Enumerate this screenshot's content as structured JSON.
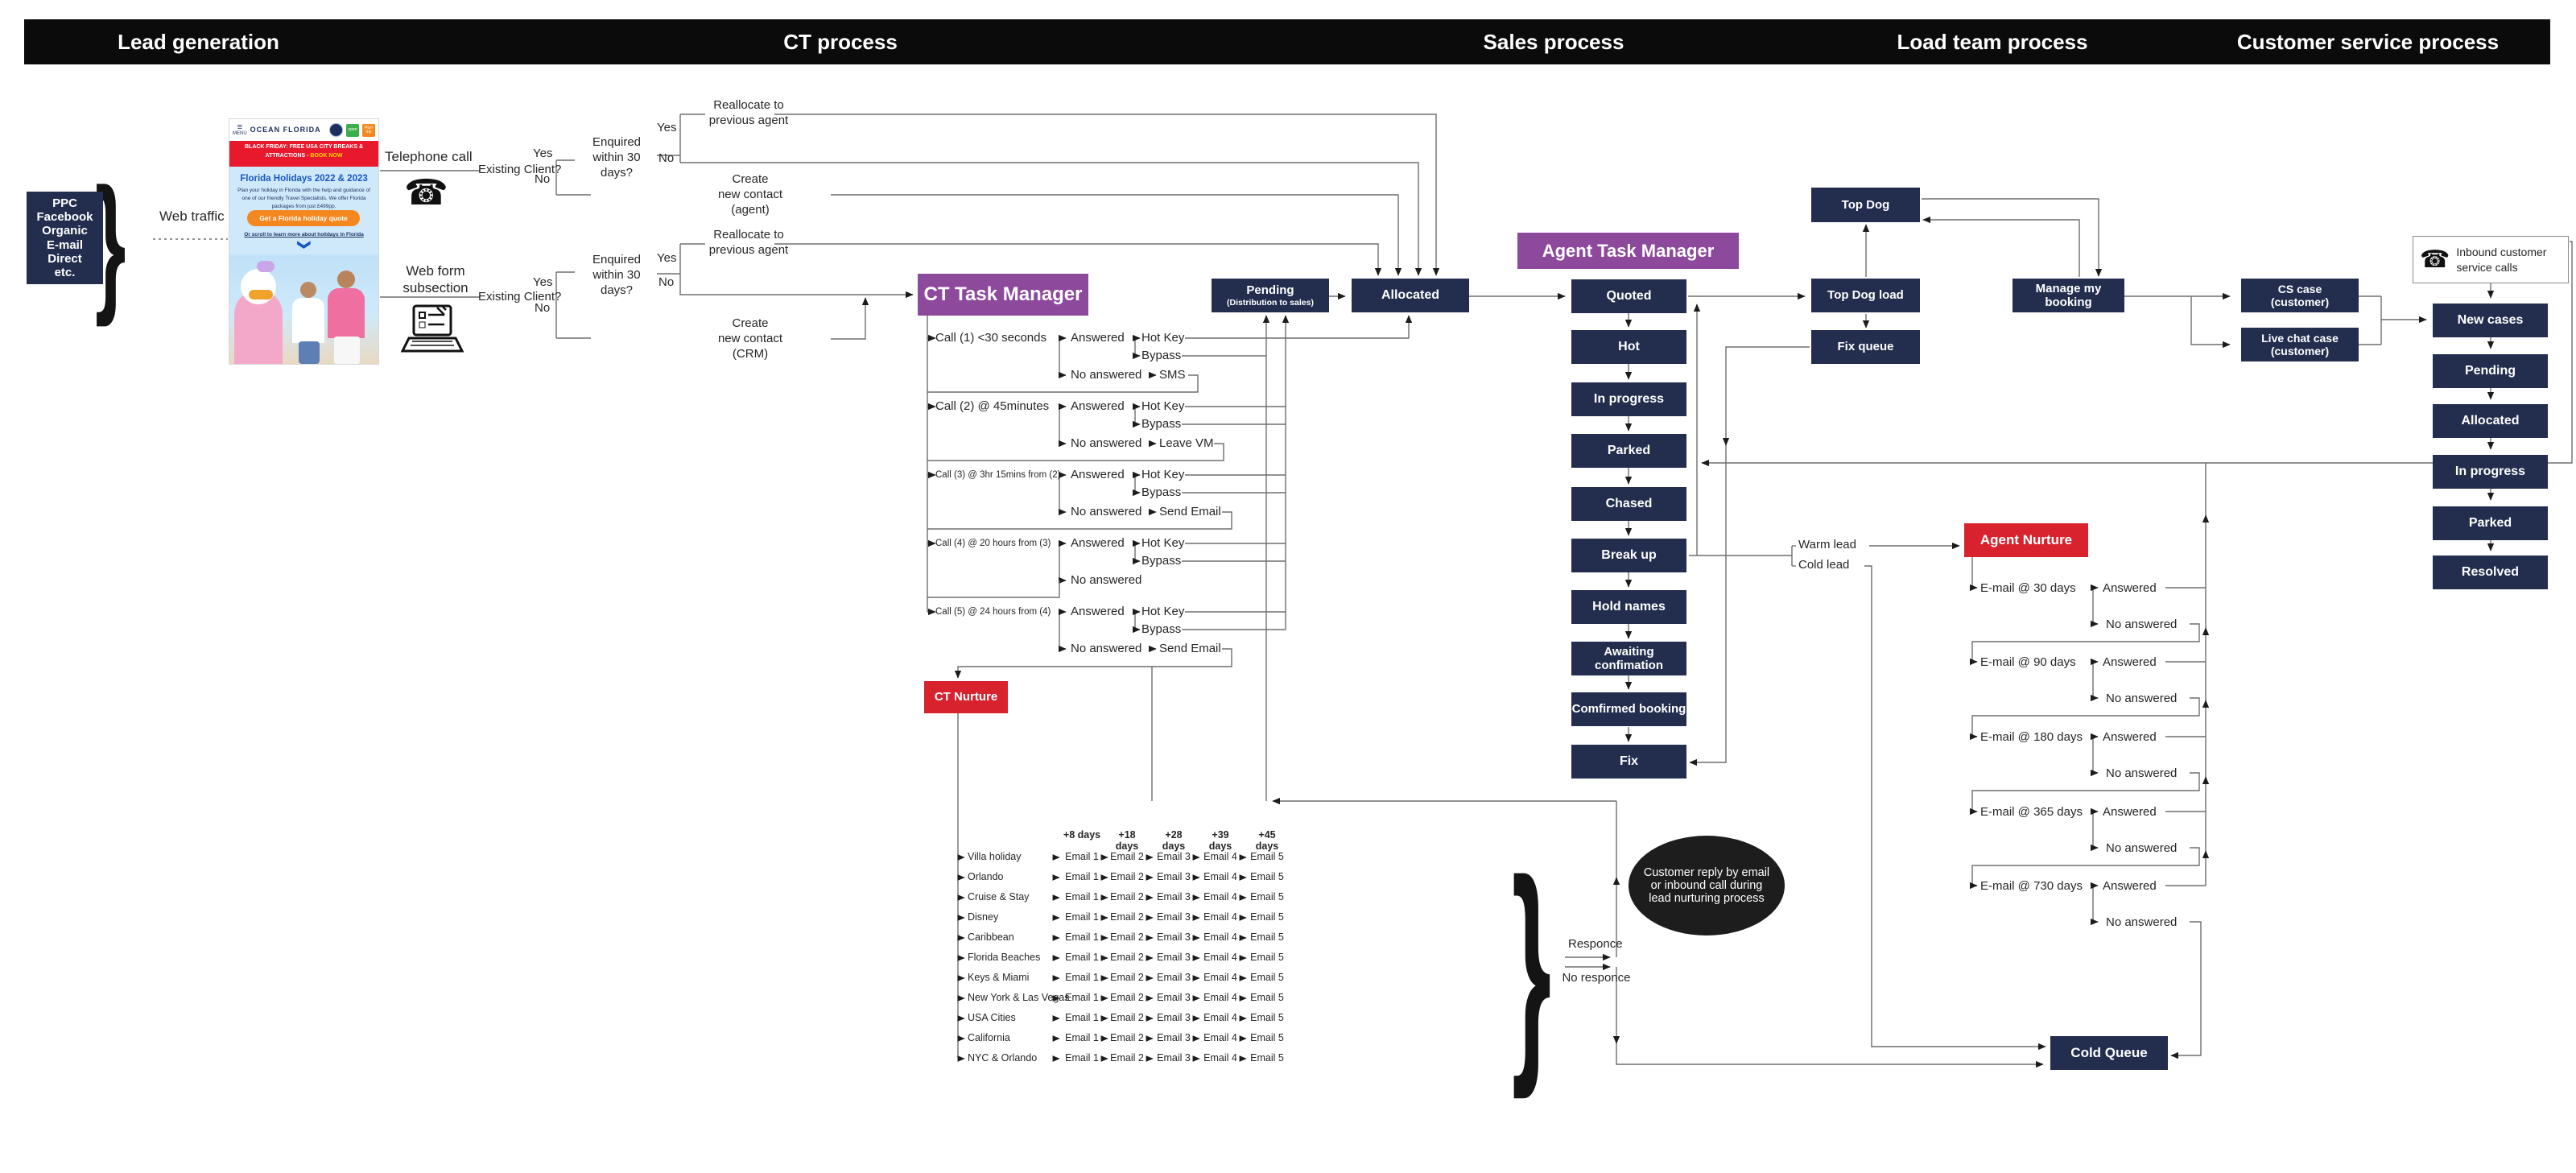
{
  "lanes": [
    {
      "label": "Lead generation"
    },
    {
      "label": "CT process"
    },
    {
      "label": "Sales process"
    },
    {
      "label": "Load team process"
    },
    {
      "label": "Customer service process"
    }
  ],
  "lead_gen": {
    "sources": "PPC\nFacebook\nOrganic\nE-mail\nDirect\netc.",
    "web_traffic": "Web traffic",
    "website": {
      "menu": "MENU",
      "brand": "OCEAN FLORIDA",
      "open_btn": "open",
      "plan_btn": "Plan trip",
      "banner": "BLACK FRIDAY: FREE USA CITY BREAKS & ATTRACTIONS - ",
      "banner_em": "BOOK NOW",
      "title": "Florida Holidays 2022 & 2023",
      "body": "Plan your holiday in Florida with the help and guidance of one of our friendly Travel Specialists. We offer Florida packages from just £499pp.",
      "cta": "Get a Florida holiday quote",
      "scroll": "Or scroll to learn more about holidays in Florida",
      "chevron": "❮"
    }
  },
  "ct": {
    "telephone_call": "Telephone call",
    "web_form": "Web form\nsubsection",
    "existing_client": "Existing Client?",
    "yes": "Yes",
    "no": "No",
    "enquired": "Enquired\nwithin 30 days?",
    "reallocate": "Reallocate to\nprevious agent",
    "create_agent": "Create\nnew contact\n(agent)",
    "create_crm": "Create\nnew contact\n(CRM)",
    "task_manager": "CT Task Manager",
    "answered": "Answered",
    "no_answered": "No answered",
    "hot_key": "Hot Key",
    "bypass": "Bypass",
    "calls": [
      {
        "label": "Call (1) <30 seconds",
        "outcome": "SMS"
      },
      {
        "label": "Call (2) @ 45minutes",
        "outcome": "Leave VM"
      },
      {
        "label": "Call (3) @ 3hr 15mins from (2)",
        "outcome": "Send Email"
      },
      {
        "label": "Call (4) @ 20 hours from (3)",
        "outcome": ""
      },
      {
        "label": "Call (5) @ 24 hours from (4)",
        "outcome": "Send Email"
      }
    ],
    "pending_title": "Pending",
    "pending_sub": "(Distribution to sales)",
    "allocated": "Allocated",
    "nurture": "CT Nurture",
    "nurture_days": [
      {
        "label": "+8 days"
      },
      {
        "label": "+18 days"
      },
      {
        "label": "+28 days"
      },
      {
        "label": "+39 days"
      },
      {
        "label": "+45 days"
      }
    ],
    "emails": [
      "Email 1",
      "Email 2",
      "Email 3",
      "Email 4",
      "Email 5"
    ],
    "nurture_rows": [
      {
        "label": "Villa holiday"
      },
      {
        "label": "Orlando"
      },
      {
        "label": "Cruise & Stay"
      },
      {
        "label": "Disney"
      },
      {
        "label": "Caribbean"
      },
      {
        "label": "Florida Beaches"
      },
      {
        "label": "Keys & Miami"
      },
      {
        "label": "New York & Las Vegas"
      },
      {
        "label": "USA Cities"
      },
      {
        "label": "California"
      },
      {
        "label": "NYC & Orlando"
      }
    ],
    "responce": "Responce",
    "no_responce": "No responce",
    "reply_note": "Customer reply by email or inbound call during lead nurturing process"
  },
  "sales": {
    "task_manager": "Agent Task Manager",
    "stages": [
      "Quoted",
      "Hot",
      "In progress",
      "Parked",
      "Chased",
      "Break up",
      "Hold names",
      "Awaiting confimation",
      "Comfirmed booking",
      "Fix"
    ],
    "warm_lead": "Warm lead",
    "cold_lead": "Cold lead"
  },
  "load_team": {
    "top_dog": "Top Dog",
    "top_dog_load": "Top Dog load",
    "fix_queue": "Fix queue",
    "manage_booking": "Manage my booking",
    "agent_nurture": "Agent Nurture",
    "answered": "Answered",
    "no_answered": "No answered",
    "agent_emails": [
      {
        "label": "E-mail @ 30 days"
      },
      {
        "label": "E-mail @ 90 days"
      },
      {
        "label": "E-mail @ 180 days"
      },
      {
        "label": "E-mail @ 365 days"
      },
      {
        "label": "E-mail @ 730 days"
      }
    ],
    "cold_queue": "Cold Queue"
  },
  "cs": {
    "cs_case": "CS case (customer)",
    "live_chat_case": "Live chat case (customer)",
    "inbound": "Inbound customer service calls",
    "stages": [
      "New cases",
      "Pending",
      "Allocated",
      "In progress",
      "Parked",
      "Resolved"
    ]
  },
  "icons": {
    "phone": "☎",
    "brace": "}"
  },
  "colors": {
    "navy": "#232e4f",
    "purple": "#8d4a9c",
    "red": "#d8232f",
    "black": "#0b0b0b",
    "line": "#6e6e6e"
  }
}
